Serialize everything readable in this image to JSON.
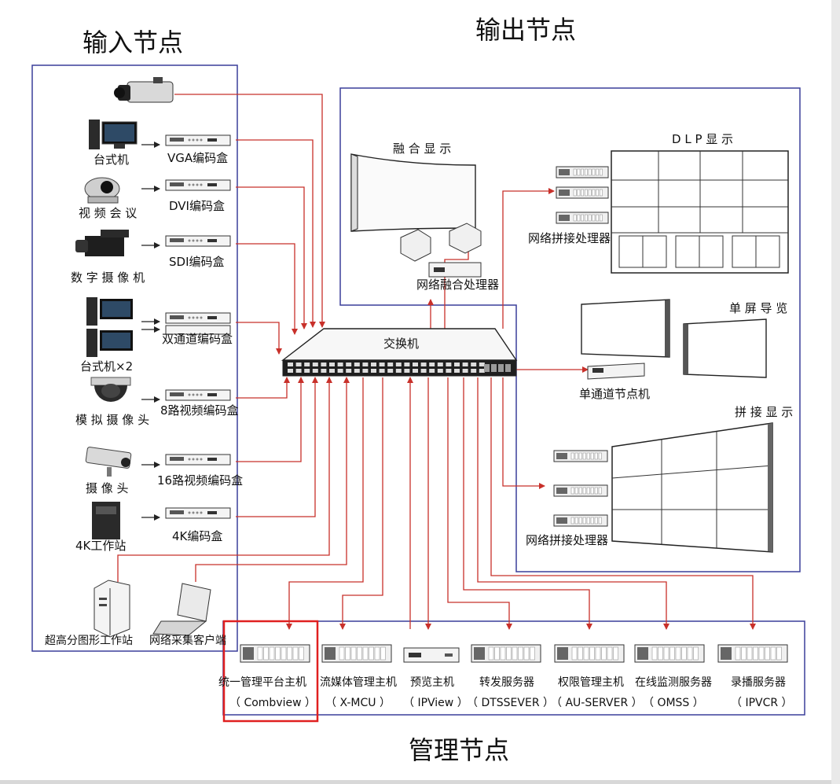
{
  "sections": {
    "input_title": "输入节点",
    "output_title": "输出节点",
    "manage_title": "管理节点"
  },
  "input_devices": {
    "desktop": "台式机",
    "vga_encoder": "VGA编码盒",
    "video_conf": "视 频 会 议",
    "dvi_encoder": "DVI编码盒",
    "digital_camera": "数 字 摄 像 机",
    "sdi_encoder": "SDI编码盒",
    "dual_encoder": "双通道编码盒",
    "desktop_x2": "台式机×2",
    "analog_camera": "模 拟 摄 像 头",
    "enc8": "8路视频编码盒",
    "camera": "摄 像 头",
    "enc16": "16路视频编码盒",
    "workstation4k": "4K工作站",
    "enc4k": "4K编码盒",
    "graphics_ws": "超高分图形工作站",
    "net_client": "网络采集客户端"
  },
  "switch_label": "交换机",
  "output_devices": {
    "fusion_display": "融 合 显 示",
    "fusion_processor": "网络融合处理器",
    "dlp_display": "D L P 显 示",
    "splice_processor_1": "网络拼接处理器",
    "single_preview": "单 屏 导 览",
    "single_channel_node": "单通道节点机",
    "splice_display": "拼 接 显 示",
    "splice_processor_2": "网络拼接处理器"
  },
  "management": [
    {
      "name": "统一管理平台主机",
      "code": "（ Combview ）",
      "highlight": true
    },
    {
      "name": "流媒体管理主机",
      "code": "（ X-MCU ）",
      "highlight": false
    },
    {
      "name": "预览主机",
      "code": "（ IPView ）",
      "highlight": false
    },
    {
      "name": "转发服务器",
      "code": "（ DTSSEVER ）",
      "highlight": false
    },
    {
      "name": "权限管理主机",
      "code": "（ AU-SERVER ）",
      "highlight": false
    },
    {
      "name": "在线监测服务器",
      "code": "（ OMSS ）",
      "highlight": false
    },
    {
      "name": "录播服务器",
      "code": "（ IPVCR ）",
      "highlight": false
    }
  ],
  "colors": {
    "arrow": "#c8302a",
    "box": "#3a3f9a",
    "highlight": "#e02020"
  }
}
